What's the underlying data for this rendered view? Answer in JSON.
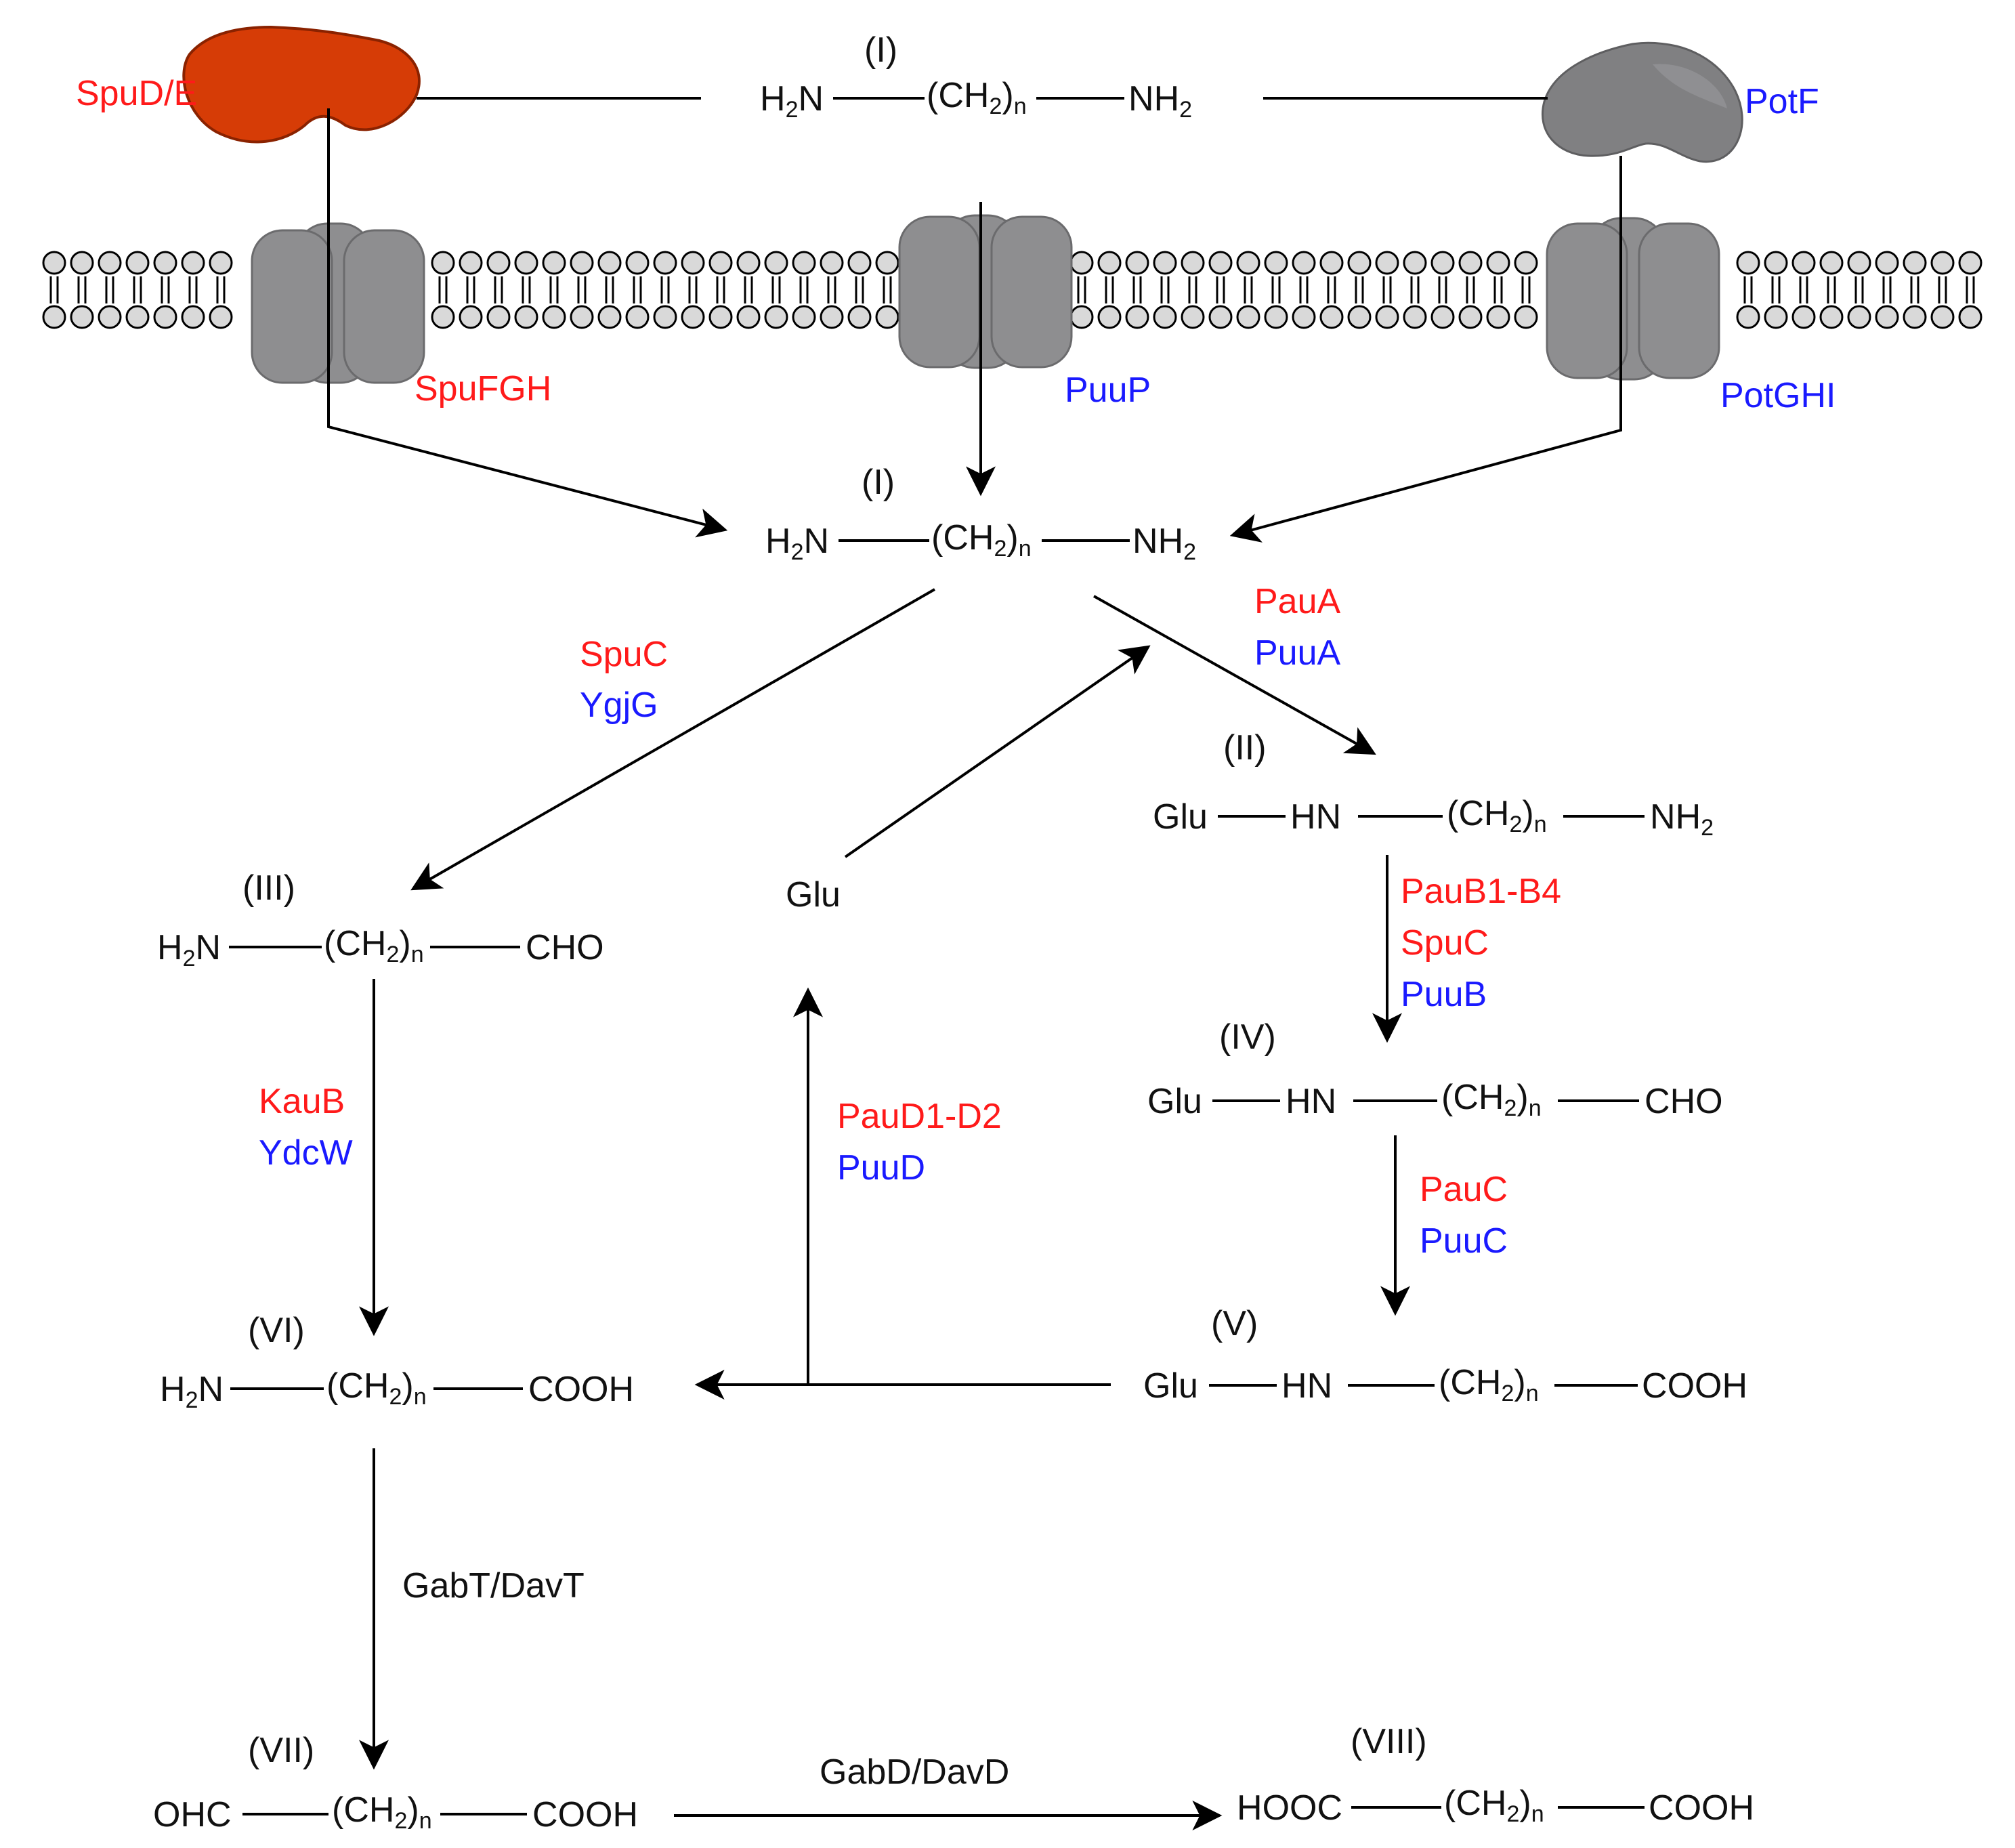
{
  "colors": {
    "red_enzyme": "#ff1a1a",
    "blue_enzyme": "#1a1aff",
    "binding_protein_red": "#d63c06",
    "transporter_gray": "#8e8e90"
  },
  "transport": {
    "spude": "SpuD/E",
    "potf": "PotF",
    "spufgh": "SpuFGH",
    "puup": "PuuP",
    "potghi": "PotGHI"
  },
  "compounds": {
    "I_top": {
      "roman": "(I)",
      "parts": [
        "H2N",
        "(CH2)n",
        "NH2"
      ]
    },
    "I_mid": {
      "roman": "(I)",
      "parts": [
        "H2N",
        "(CH2)n",
        "NH2"
      ]
    },
    "II": {
      "roman": "(II)",
      "parts": [
        "Glu",
        "HN",
        "(CH2)n",
        "NH2"
      ]
    },
    "III": {
      "roman": "(III)",
      "parts": [
        "H2N",
        "(CH2)n",
        "CHO"
      ]
    },
    "IV": {
      "roman": "(IV)",
      "parts": [
        "Glu",
        "HN",
        "(CH2)n",
        "CHO"
      ]
    },
    "V": {
      "roman": "(V)",
      "parts": [
        "Glu",
        "HN",
        "(CH2)n",
        "COOH"
      ]
    },
    "VI": {
      "roman": "(VI)",
      "parts": [
        "H2N",
        "(CH2)n",
        "COOH"
      ]
    },
    "VII": {
      "roman": "(VII)",
      "parts": [
        "OHC",
        "(CH2)n",
        "COOH"
      ]
    },
    "VIII": {
      "roman": "(VIII)",
      "parts": [
        "HOOC",
        "(CH2)n",
        "COOH"
      ]
    },
    "glu": "Glu"
  },
  "enzymes": {
    "spuc_1": "SpuC",
    "ygjg": "YgjG",
    "paua": "PauA",
    "puua": "PuuA",
    "paub": "PauB1-B4",
    "spuc_2": "SpuC",
    "puub": "PuuB",
    "kaub": "KauB",
    "ydcw": "YdcW",
    "paud": "PauD1-D2",
    "puud": "PuuD",
    "pauc": "PauC",
    "puuc": "PuuC",
    "gabt": "GabT/DavT",
    "gabd": "GabD/DavD"
  }
}
